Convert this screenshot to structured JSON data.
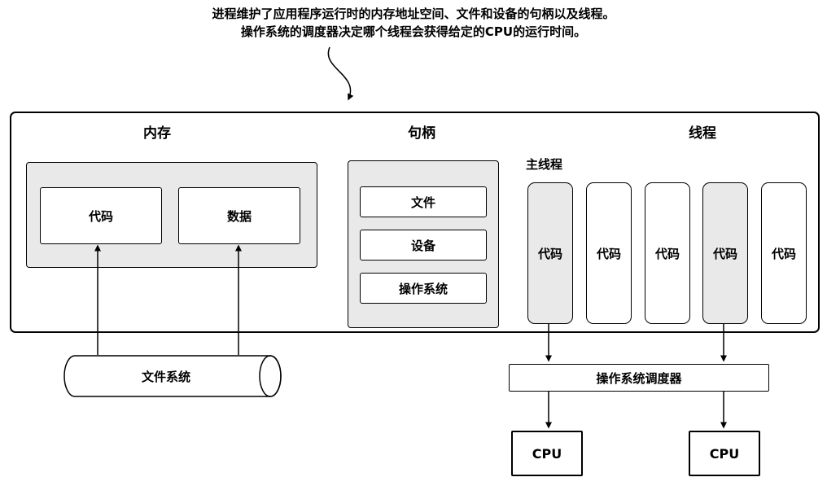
{
  "annotation": {
    "line1": "进程维护了应用程序运行时的内存地址空间、文件和设备的句柄以及线程。",
    "line2": "操作系统的调度器决定哪个线程会获得给定的CPU的运行时间。"
  },
  "process": {
    "memory": {
      "title": "内存",
      "code": "代码",
      "data": "数据"
    },
    "handles": {
      "title": "句柄",
      "file": "文件",
      "device": "设备",
      "os": "操作系统"
    },
    "threads": {
      "title": "线程",
      "main_thread_label": "主线程",
      "items": [
        {
          "label": "代码",
          "highlighted": true
        },
        {
          "label": "代码",
          "highlighted": false
        },
        {
          "label": "代码",
          "highlighted": false
        },
        {
          "label": "代码",
          "highlighted": true
        },
        {
          "label": "代码",
          "highlighted": false
        }
      ]
    }
  },
  "file_system": {
    "label": "文件系统"
  },
  "scheduler": {
    "label": "操作系统调度器"
  },
  "cpus": [
    {
      "label": "CPU"
    },
    {
      "label": "CPU"
    }
  ],
  "colors": {
    "highlight_fill": "#e9e9e9",
    "border": "#000000",
    "background": "#ffffff"
  }
}
